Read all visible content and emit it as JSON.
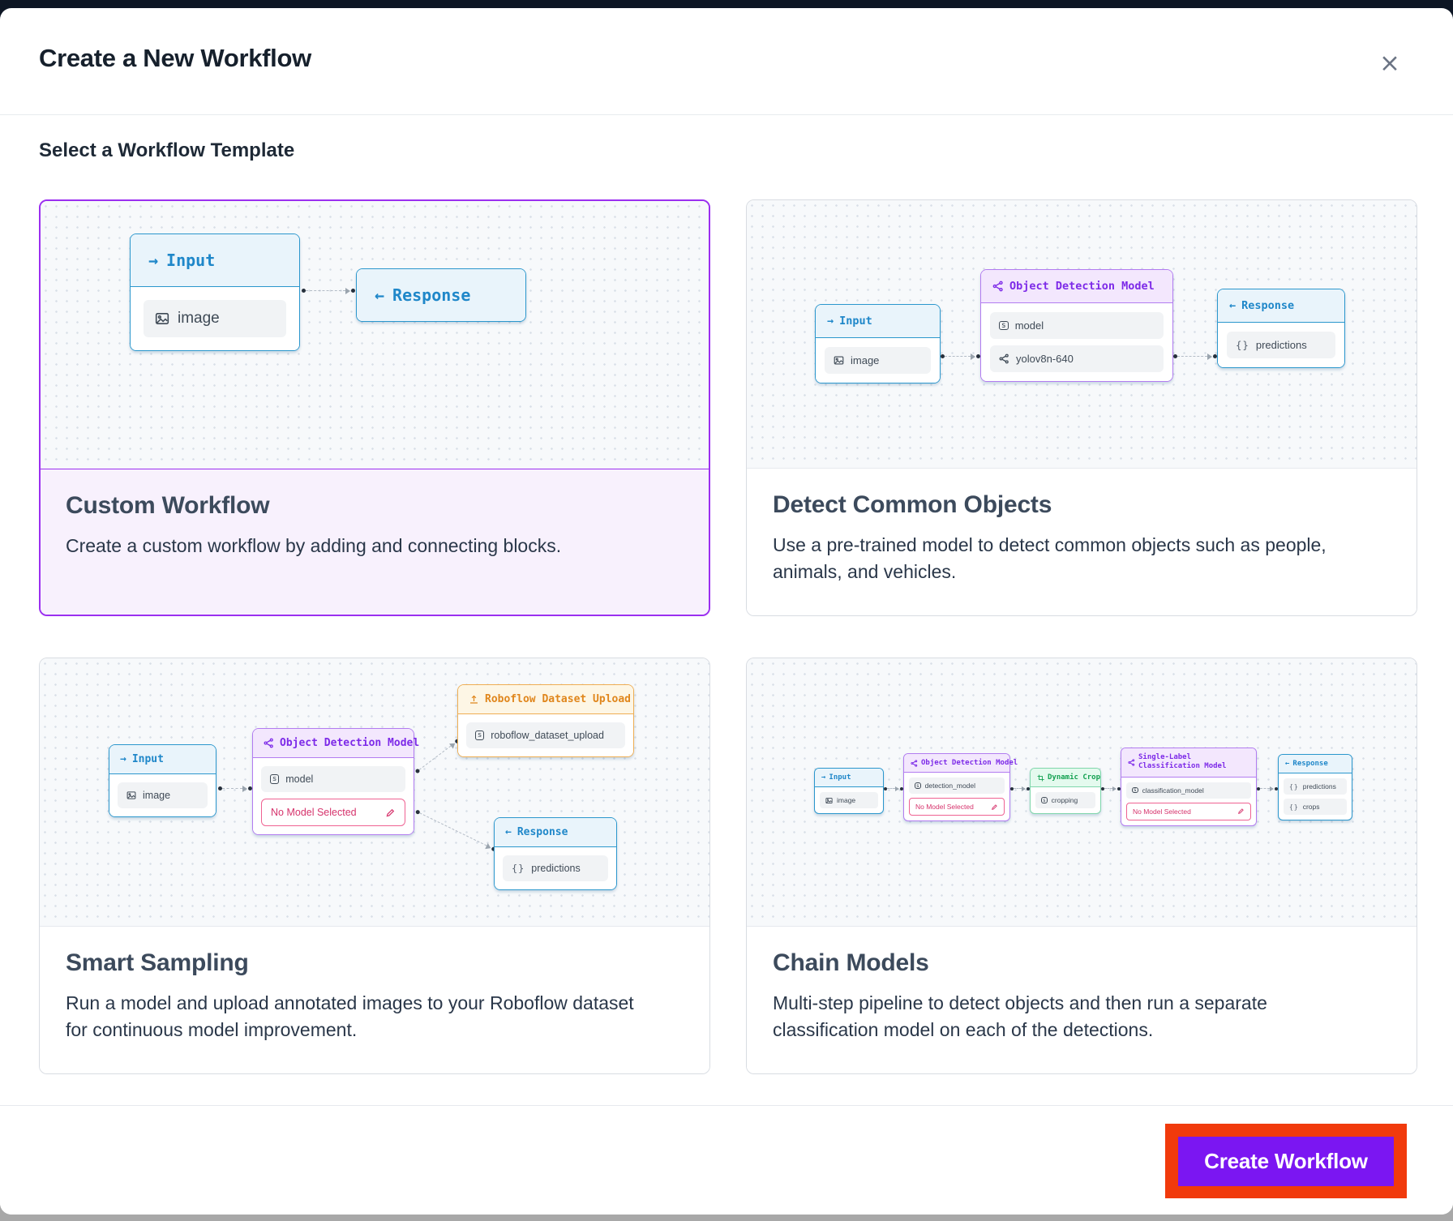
{
  "page": {
    "modal_title": "Create a New Workflow",
    "section_title": "Select a Workflow Template",
    "create_button": "Create Workflow"
  },
  "icons": {
    "close": "×",
    "arrow_right": "→",
    "arrow_left": "←",
    "braces": "{}",
    "sbox": "s"
  },
  "colors": {
    "accent_purple": "#9b2ff0",
    "button_purple": "#7b16f2",
    "highlight_red": "#f13a0c",
    "node_blue": "#2b97cd",
    "node_purple": "#b27cf0",
    "node_orange": "#efae53",
    "node_green": "#7fd6ab",
    "warning_pink": "#d6336c"
  },
  "cards": [
    {
      "title": "Custom Workflow",
      "description": "Create a custom workflow by adding and connecting blocks.",
      "selected": true
    },
    {
      "title": "Detect Common Objects",
      "description": "Use a pre-trained model to detect common objects such as people, animals, and vehicles.",
      "selected": false
    },
    {
      "title": "Smart Sampling",
      "description": "Run a model and upload annotated images to your Roboflow dataset for continuous model improvement.",
      "selected": false
    },
    {
      "title": "Chain Models",
      "description": "Multi-step pipeline to detect objects and then run a separate classification model on each of the detections.",
      "selected": false
    }
  ],
  "nodes": {
    "custom": {
      "input": {
        "label": "Input",
        "field": "image"
      },
      "response": {
        "label": "Response"
      }
    },
    "detect": {
      "input": {
        "label": "Input",
        "field": "image"
      },
      "model": {
        "label": "Object Detection Model",
        "param": "model",
        "value": "yolov8n-640"
      },
      "response": {
        "label": "Response",
        "field": "predictions"
      }
    },
    "sampling": {
      "input": {
        "label": "Input",
        "field": "image"
      },
      "model": {
        "label": "Object Detection Model",
        "param": "model",
        "warning": "No Model Selected"
      },
      "upload": {
        "label": "Roboflow Dataset Upload",
        "param": "roboflow_dataset_upload"
      },
      "response": {
        "label": "Response",
        "field": "predictions"
      }
    },
    "chain": {
      "input": {
        "label": "Input",
        "field": "image"
      },
      "detection": {
        "label": "Object Detection Model",
        "param": "detection_model",
        "warning": "No Model Selected"
      },
      "crop": {
        "label": "Dynamic Crop",
        "param": "cropping"
      },
      "classification": {
        "label": "Single-Label Classification Model",
        "param": "classification_model",
        "warning": "No Model Selected"
      },
      "response": {
        "label": "Response",
        "fields": [
          "predictions",
          "crops"
        ]
      }
    }
  }
}
